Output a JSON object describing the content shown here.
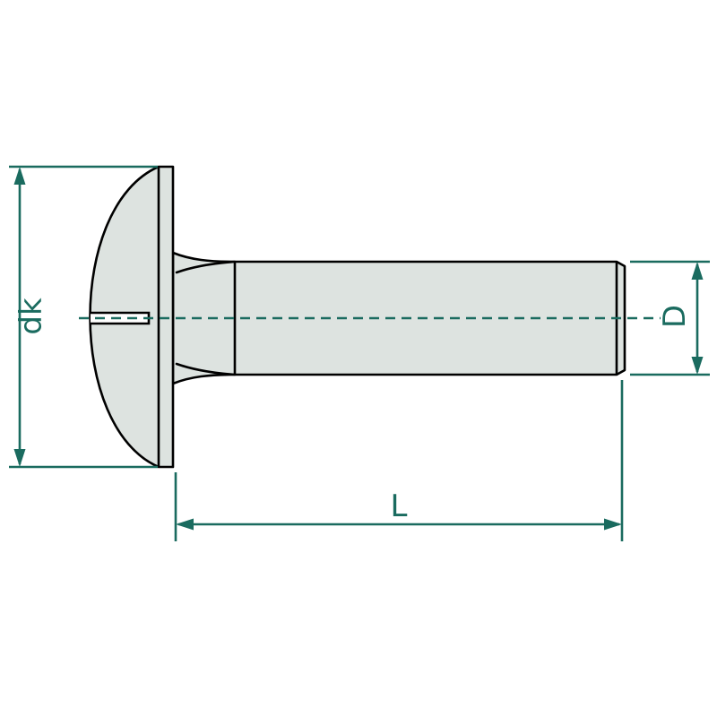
{
  "diagram": {
    "kind": "technical-drawing",
    "subject": "slotted truss head screw side view",
    "labels": {
      "head_diameter": "dk",
      "shank_diameter": "D",
      "length": "L"
    },
    "colors": {
      "dimension_lines": "#1a6b5f",
      "part_outline": "#000000",
      "part_fill": "#dde3e0",
      "slot_fill": "#ffffff",
      "background": "#ffffff"
    }
  }
}
